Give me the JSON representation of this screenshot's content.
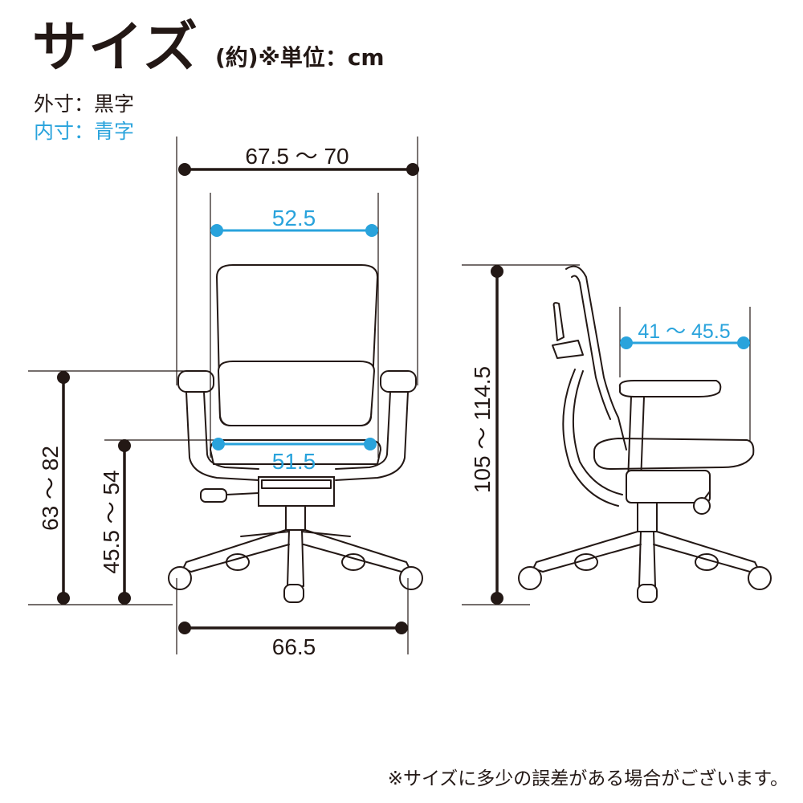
{
  "title": "サイズ",
  "unit_label": "(約)※単位：cm",
  "legend": {
    "outer": "外寸：黒字",
    "inner": "内寸：青字"
  },
  "dimensions": {
    "overall_width": "67.5 ～ 70",
    "back_width": "52.5",
    "seat_width": "51.5",
    "base_width": "66.5",
    "armrest_height": "63 ～ 82",
    "seat_height": "45.5 ～ 54",
    "total_height": "105 ～ 114.5",
    "seat_depth": "41 ～ 45.5"
  },
  "footnote": "※サイズに多少の誤差がある場合がございます。",
  "colors": {
    "outer_dimension": "#231815",
    "inner_dimension": "#29a3dc"
  }
}
